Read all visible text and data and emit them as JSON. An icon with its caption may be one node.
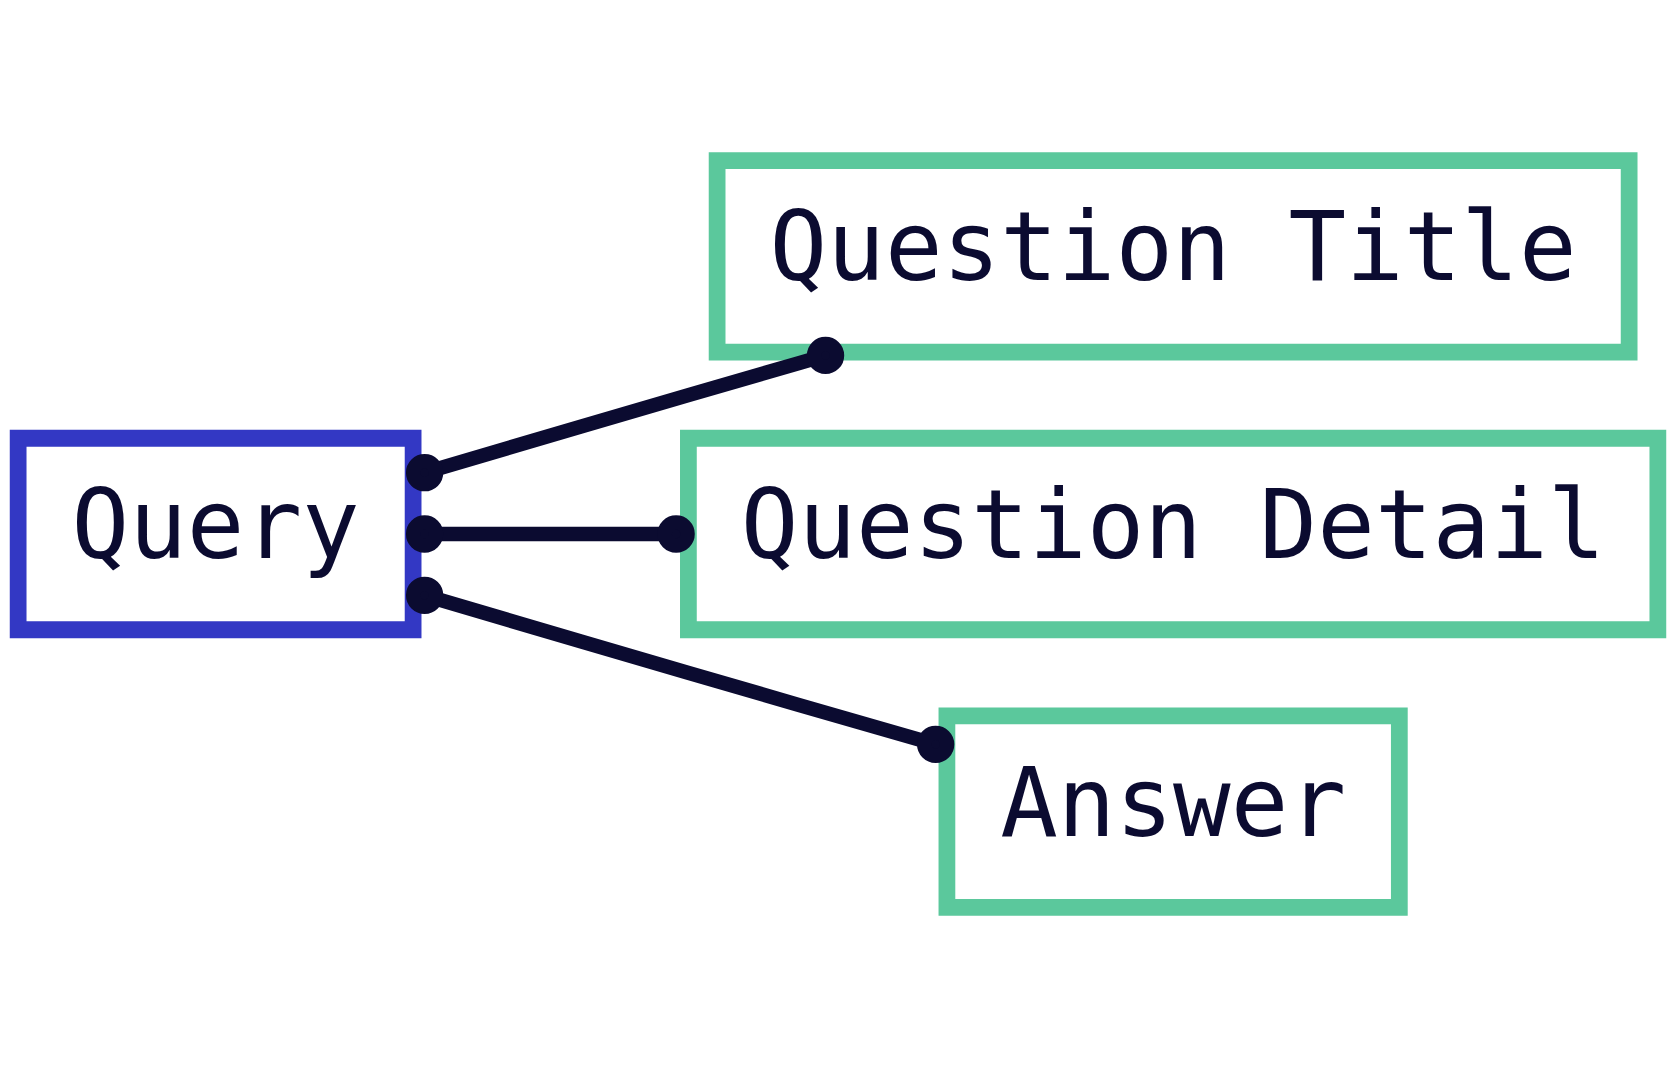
{
  "diagram": {
    "nodes": [
      {
        "text": [
          "Query"
        ]
      },
      {
        "text": [
          "Question Title"
        ]
      },
      {
        "text": [
          "Question Detail"
        ]
      },
      {
        "text": [
          "Answer"
        ]
      }
    ],
    "edges": [
      {
        "from": 0,
        "to": 1,
        "arrow": "other"
      },
      {
        "from": 0,
        "to": 2,
        "arrow": "other"
      },
      {
        "from": 0,
        "to": 3,
        "arrow": "other"
      }
    ]
  }
}
